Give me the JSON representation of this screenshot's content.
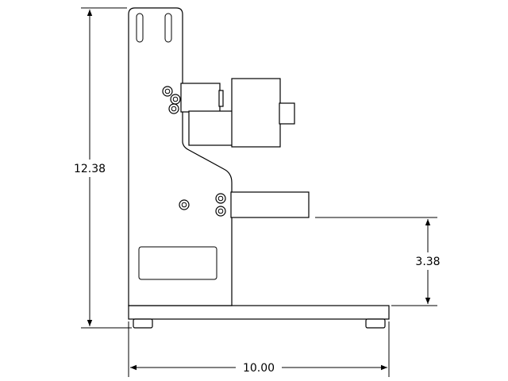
{
  "drawing": {
    "view": "side elevation",
    "units": "",
    "dimensions": {
      "overall_height": "12.38",
      "base_width": "10.00",
      "bracket_height": "3.38"
    }
  }
}
